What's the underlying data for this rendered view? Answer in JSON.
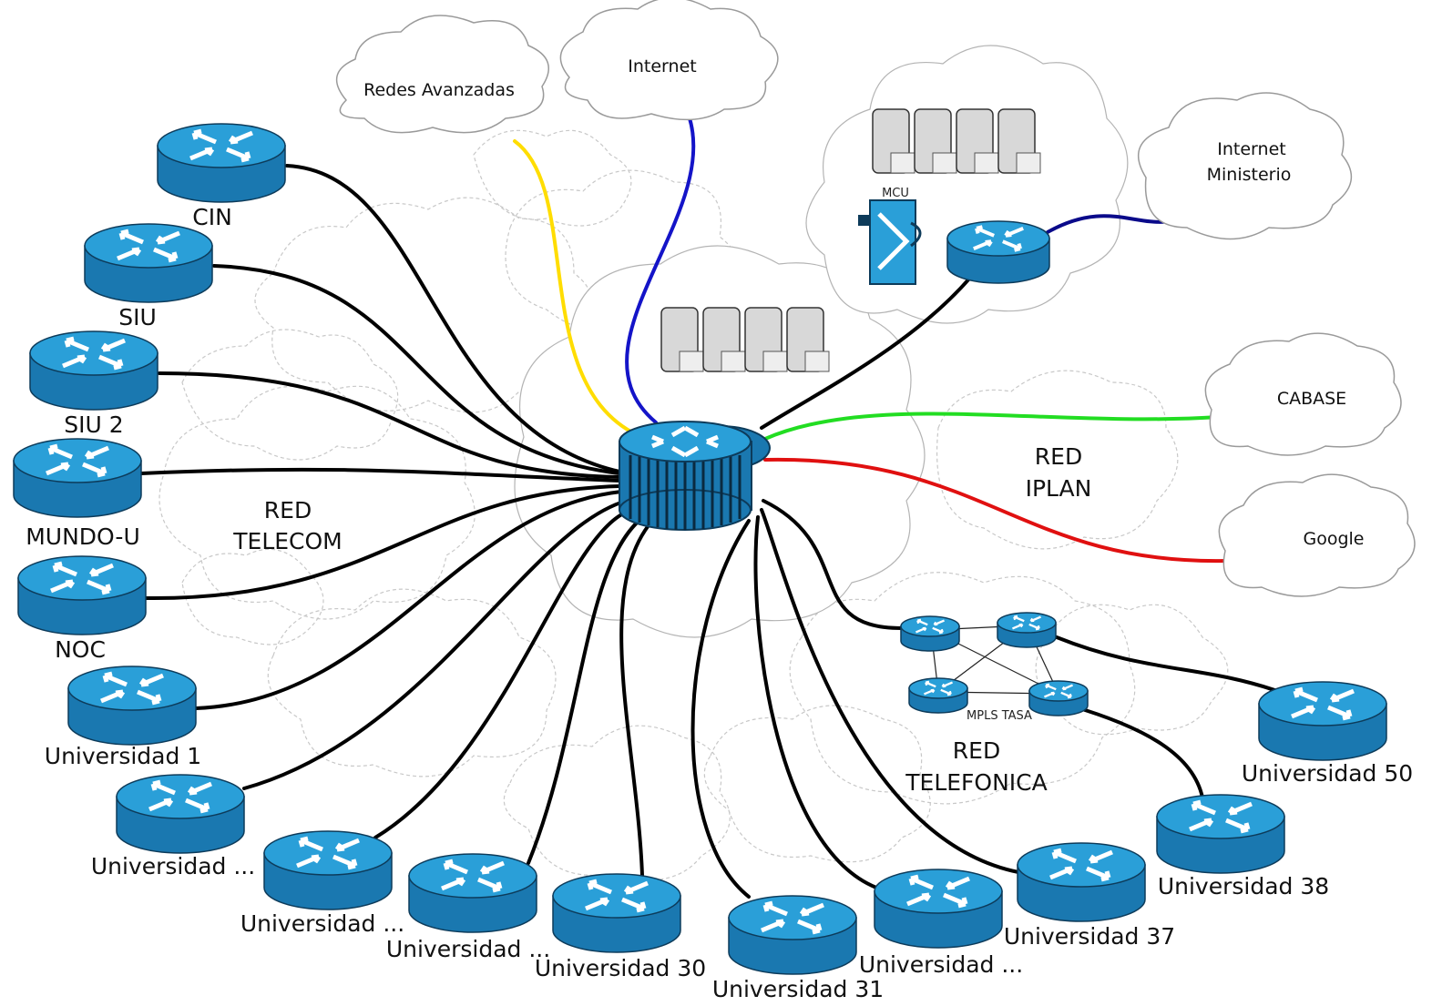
{
  "colors": {
    "router_top": "#2a9fd8",
    "router_side": "#1a78b0",
    "router_outline": "#0d3b5a",
    "link_default": "#000000",
    "link_redes_avanzadas": "#ffdd00",
    "link_internet": "#1414c8",
    "link_internet_ministerio": "#0a0a8a",
    "link_cabase": "#22dd22",
    "link_google": "#e01010",
    "cloud_fill": "#ffffff",
    "cloud_stroke": "#aaaaaa",
    "background_cloud_stroke": "#c8c8c8"
  },
  "external_clouds": {
    "redes_avanzadas": "Redes Avanzadas",
    "internet": "Internet",
    "internet_ministerio_line1": "Internet",
    "internet_ministerio_line2": "Ministerio",
    "cabase": "CABASE",
    "google": "Google"
  },
  "networks": {
    "telecom_line1": "RED",
    "telecom_line2": "TELECOM",
    "iplan_line1": "RED",
    "iplan_line2": "IPLAN",
    "telefonica_line1": "RED",
    "telefonica_line2": "TELEFONICA",
    "mpls": "MPLS TASA"
  },
  "devices": {
    "mcu": "MCU"
  },
  "routers": {
    "cin": "CIN",
    "siu": "SIU",
    "siu2": "SIU 2",
    "mundo_u": "MUNDO-U",
    "noc": "NOC",
    "universidad_1": "Universidad 1",
    "universidad_a": "Universidad ...",
    "universidad_b": "Universidad ...",
    "universidad_c": "Universidad ...",
    "universidad_30": "Universidad 30",
    "universidad_31": "Universidad 31",
    "universidad_d": "Universidad ...",
    "universidad_37": "Universidad 37",
    "universidad_38": "Universidad 38",
    "universidad_50": "Universidad 50"
  }
}
